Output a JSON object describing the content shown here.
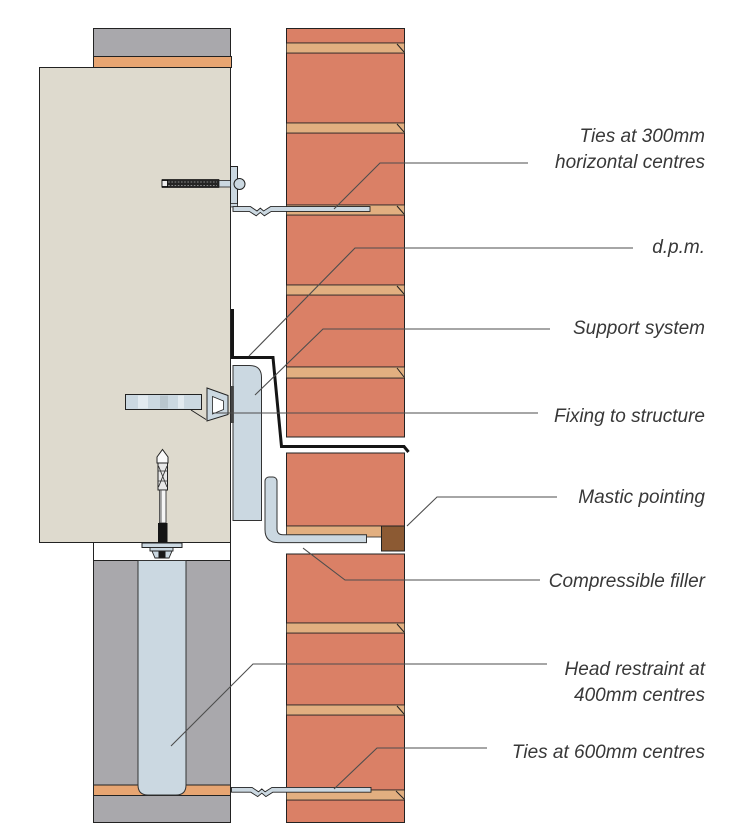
{
  "diagram": {
    "description_visible_labels_only": "brick cladding support detail section",
    "labels": {
      "ties_300": {
        "line1": "Ties at 300mm",
        "line2": "horizontal centres"
      },
      "dpm": {
        "line1": "d.p.m."
      },
      "support_system": {
        "line1": "Support system"
      },
      "fixing": {
        "line1": "Fixing to structure"
      },
      "mastic": {
        "line1": "Mastic pointing"
      },
      "compressible_filler": {
        "line1": "Compressible filler"
      },
      "head_restraint": {
        "line1": "Head restraint at",
        "line2": "400mm centres"
      },
      "ties_600": {
        "line1": "Ties at 600mm centres"
      }
    },
    "colors": {
      "brick": "#DA8066",
      "mortar": "#E2AF80",
      "band": "#E7A572",
      "concrete": "#DEDACE",
      "blockwork": "#A9A8AC",
      "steel": "#CBD8E1",
      "steel_light": "#E2EAF0",
      "steel_shade": "#B9C6CE",
      "mastic": "#8C5A33",
      "dpm_line": "#151515",
      "leader": "#4d4d4d",
      "text": "#383838"
    }
  }
}
